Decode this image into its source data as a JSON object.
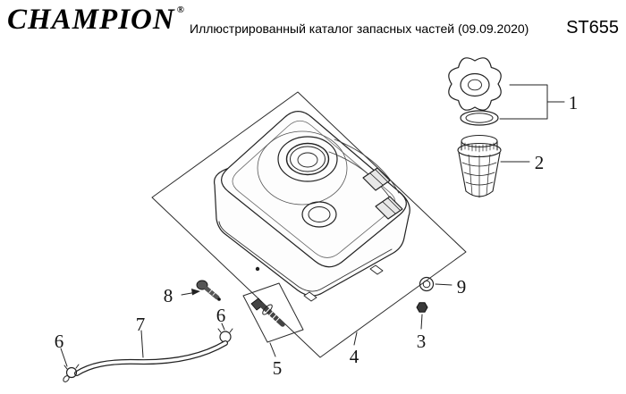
{
  "header": {
    "logo_text": "CHAMPION",
    "registered_mark": "®",
    "subtitle": "Иллюстрированный каталог запасных частей (09.09.2020)",
    "model": "ST655"
  },
  "diagram": {
    "callouts": [
      "1",
      "2",
      "3",
      "4",
      "5",
      "6",
      "6",
      "7",
      "8",
      "9"
    ]
  }
}
